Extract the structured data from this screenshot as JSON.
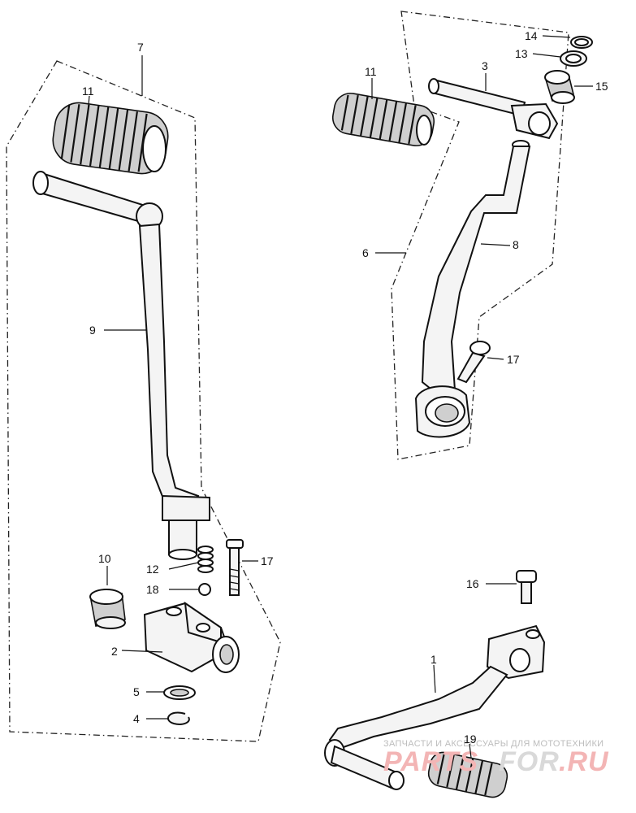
{
  "callouts": {
    "c7": "7",
    "c11a": "11",
    "c9": "9",
    "c10": "10",
    "c12": "12",
    "c18": "18",
    "c17a": "17",
    "c2": "2",
    "c5": "5",
    "c4": "4",
    "c14": "14",
    "c13": "13",
    "c3": "3",
    "c15": "15",
    "c11b": "11",
    "c6": "6",
    "c8": "8",
    "c17b": "17",
    "c16": "16",
    "c1": "1",
    "c19": "19"
  },
  "watermark": {
    "tagline": "ЗАПЧАСТИ И АКСЕССУАРЫ ДЛЯ МОТОТЕХНИКИ",
    "brand_a": "PARTS",
    "brand_b": "FOR",
    "brand_c": ".RU"
  }
}
